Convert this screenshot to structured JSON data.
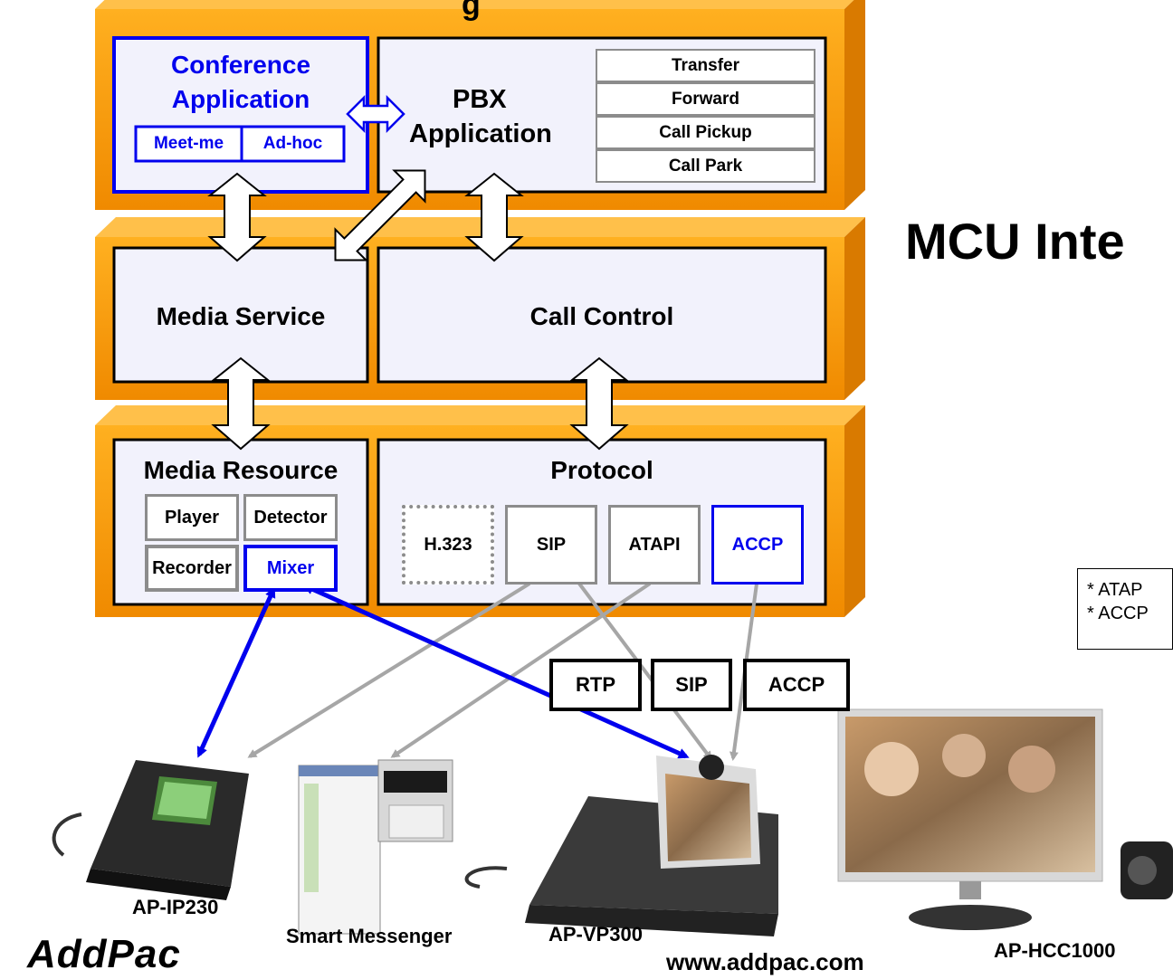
{
  "top_heading_partial": "g",
  "title_partial": "MCU Inte",
  "layers": {
    "top": {
      "conference": {
        "line1": "Conference",
        "line2": "Application",
        "sub1": "Meet-me",
        "sub2": "Ad-hoc"
      },
      "pbx": {
        "line1": "PBX",
        "line2": "Application",
        "features": [
          "Transfer",
          "Forward",
          "Call Pickup",
          "Call Park"
        ]
      }
    },
    "middle": {
      "media_service": "Media Service",
      "call_control": "Call Control"
    },
    "bottom": {
      "media_resource": {
        "title": "Media Resource",
        "items": [
          "Player",
          "Detector",
          "Recorder",
          "Mixer"
        ]
      },
      "protocol": {
        "title": "Protocol",
        "items": [
          "H.323",
          "SIP",
          "ATAPI",
          "ACCP"
        ]
      }
    }
  },
  "link_tags": [
    "RTP",
    "SIP",
    "ACCP"
  ],
  "note_lines": [
    "* ATAP",
    "* ACCP"
  ],
  "devices": [
    "AP-IP230",
    "Smart Messenger",
    "AP-VP300",
    "AP-HCC1000"
  ],
  "footer": {
    "logo": "AddPac",
    "url": "www.addpac.com"
  },
  "colors": {
    "orange": "#ff9900",
    "panel": "#f2f2fc",
    "accent_blue": "#0000ee",
    "link_gray": "#a6a6a6"
  }
}
